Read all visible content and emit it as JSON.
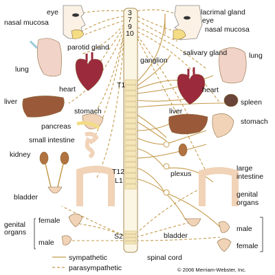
{
  "labels": {
    "eye_left": "eye",
    "nasal_mucosa_left": "nasal mucosa",
    "parotid_gland": "parotid gland",
    "lung_left": "lung",
    "heart_left": "heart",
    "liver_left": "liver",
    "stomach_left": "stomach",
    "pancreas": "pancreas",
    "small_intestine": "small intestine",
    "kidney": "kidney",
    "bladder_left": "bladder",
    "genital_organs_left": "genital\norgans",
    "female_left": "female",
    "male_left": "male",
    "lacrimal_gland": "lacrimal gland",
    "eye_right": "eye",
    "nasal_mucosa_right": "nasal mucosa",
    "salivary_gland": "salivary gland",
    "ganglion": "ganglion",
    "lung_right": "lung",
    "heart_right": "heart",
    "spleen": "spleen",
    "liver_right": "liver",
    "stomach_right": "stomach",
    "plexus": "plexus",
    "large_intestine": "large\nintestine",
    "genital_organs_right": "genital\norgans",
    "male_right": "male",
    "female_right": "female",
    "bladder_right": "bladder",
    "spinal_cord": "spinal cord"
  },
  "cord_levels": {
    "c3": "3",
    "c7": "7",
    "c9": "9",
    "c10": "10",
    "t1": "T1",
    "t12": "T12",
    "l1": "L1",
    "s2": "S2"
  },
  "legend": {
    "sympathetic": "sympathetic",
    "parasympathetic": "parasympathetic"
  },
  "copyright": "© 2006 Merriam-Webster, Inc.",
  "colors": {
    "nerve": "#c49a4a",
    "cord_fill": "#fbf5e4",
    "segment_fill": "#f4e6b8",
    "heart": "#9a2a3c",
    "liver": "#9a5a3a",
    "lung": "#f2d3c8",
    "intestine": "#f1d3b8",
    "kidney": "#b07240",
    "spleen": "#6a4438",
    "gland": "#f3dc84"
  }
}
